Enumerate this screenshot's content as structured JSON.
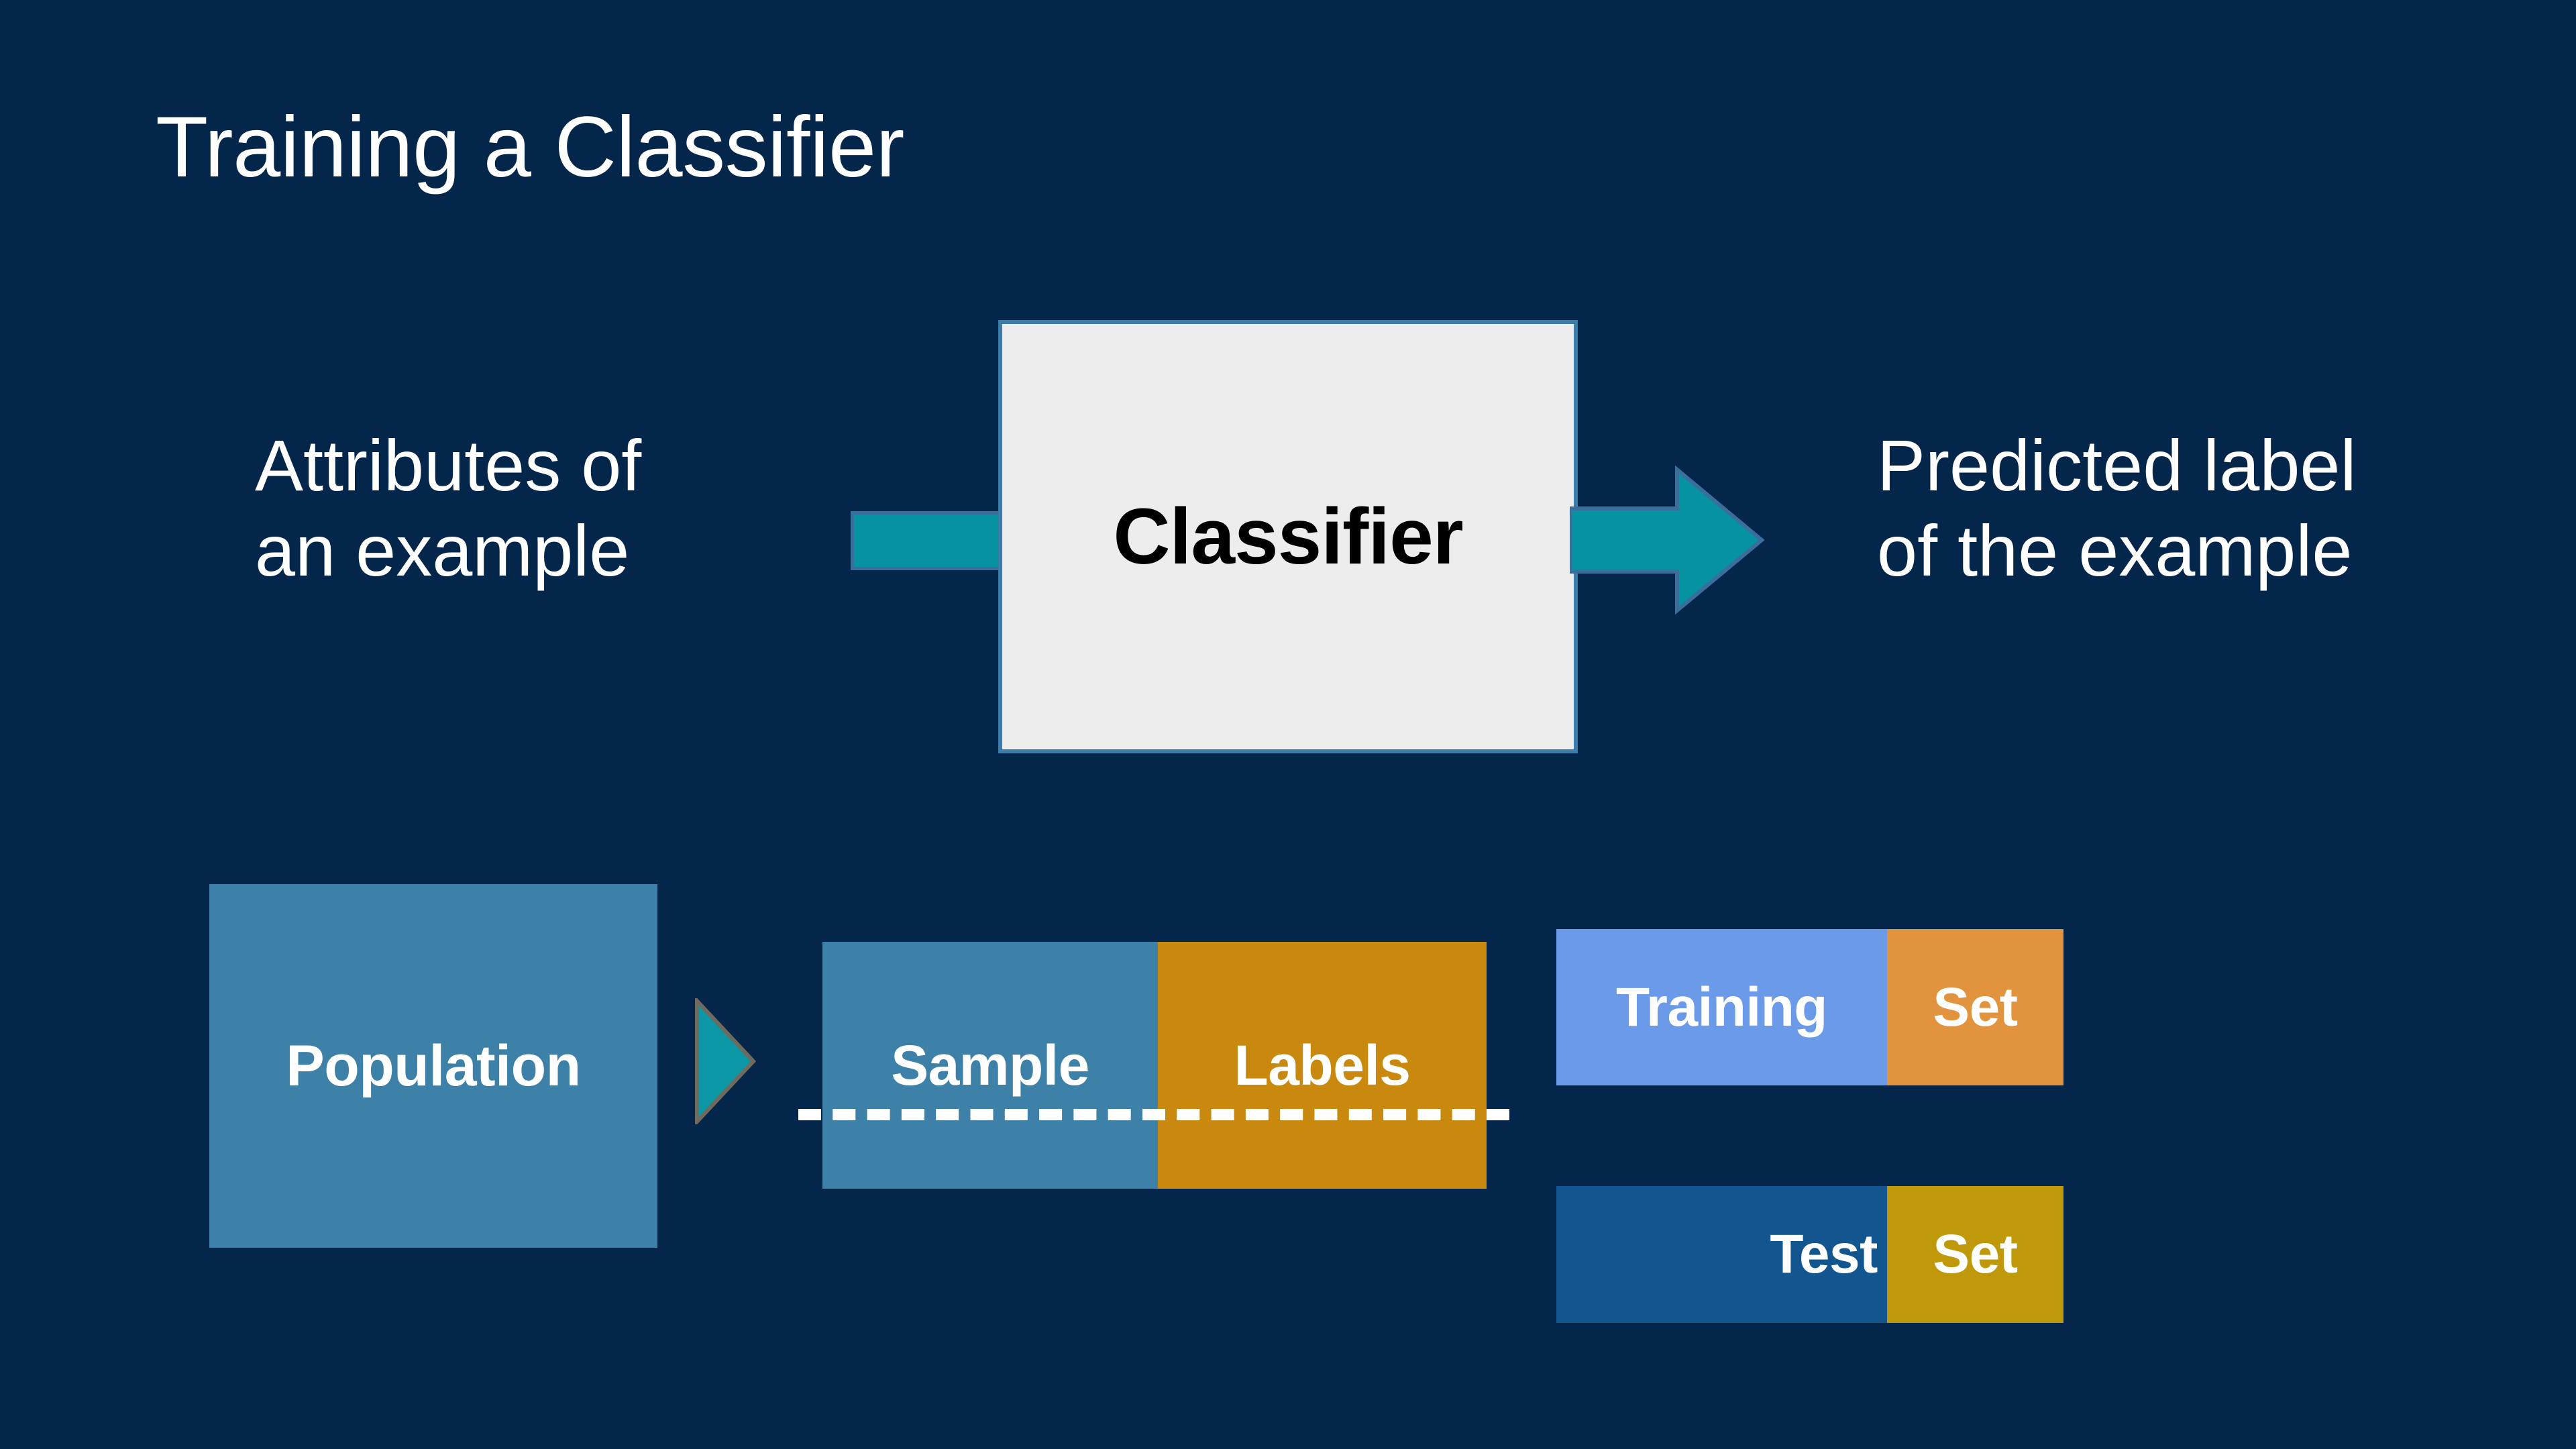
{
  "slide": {
    "title": "Training a Classifier",
    "background_color": "#04264A",
    "text_color": "#FFFFFF"
  },
  "pipeline": {
    "input_caption": "Attributes of\nan example",
    "classifier_label": "Classifier",
    "output_caption": "Predicted label\nof the example",
    "classifier_fill_color": "#EDEDED",
    "classifier_border_color": "#3D7CA8",
    "classifier_text_color": "#000000",
    "arrow_color": "#0593A2",
    "arrow_border_color": "#3A6E9B"
  },
  "data_flow": {
    "population_label": "Population",
    "population_color": "#3E81A8",
    "triangle_color": "#0C97A6",
    "triangle_border_color": "#6E6A5E",
    "sample_label": "Sample",
    "sample_color": "#3E81A8",
    "labels_label": "Labels",
    "labels_color": "#C8890E",
    "divider_style": "dashed",
    "divider_color": "#FFFFFF"
  },
  "splits": [
    {
      "name_label": "Training",
      "set_label": "Set",
      "name_color": "#6B9BE8",
      "set_color": "#E2933E"
    },
    {
      "name_label": "Test",
      "set_label": "Set",
      "name_color": "#12558F",
      "set_color": "#C0990A"
    }
  ]
}
